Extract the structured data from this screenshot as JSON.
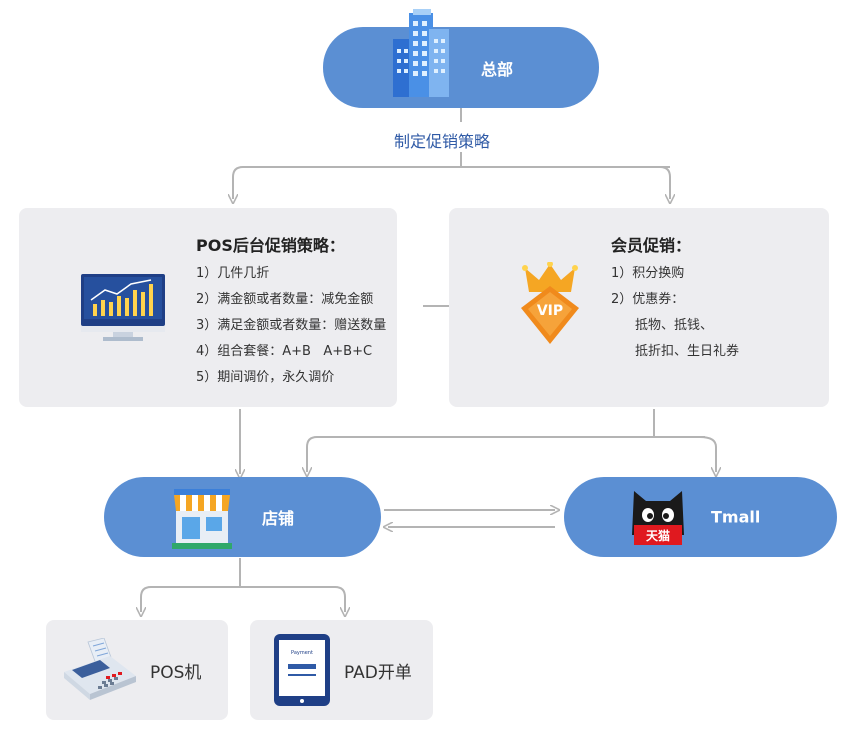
{
  "nodes": {
    "hq": {
      "label": "总部"
    },
    "strategy_caption": "制定促销策略",
    "pos_backend": {
      "title_bold": "POS后台",
      "title_rest": "促销策略：",
      "items": [
        "1）几件几折",
        "2）满金额或者数量：减免金额",
        "3）满足金额或者数量：赠送数量",
        "4）组合套餐：A+B   A+B+C",
        "5）期间调价，永久调价"
      ]
    },
    "member": {
      "title_bold": "会员",
      "title_rest": "促销：",
      "items": [
        "1）积分换购",
        "2）优惠券：",
        "抵物、抵钱、",
        "抵折扣、生日礼券"
      ]
    },
    "store": {
      "label": "店铺"
    },
    "tmall": {
      "label": "Tmall",
      "icon_text": "天猫"
    },
    "pos_machine": {
      "label": "POS机"
    },
    "pad": {
      "label": "PAD开单",
      "screen_text": "Payment"
    },
    "vip_icon_text": "VIP"
  },
  "colors": {
    "pill": "#5b8fd3",
    "card": "#ededf0",
    "connector": "#b4b4b4",
    "caption": "#2f5aa6"
  },
  "icons": [
    "building-icon",
    "monitor-chart-icon",
    "vip-crown-icon",
    "shop-icon",
    "tmall-cat-icon",
    "pos-terminal-icon",
    "tablet-payment-icon"
  ]
}
